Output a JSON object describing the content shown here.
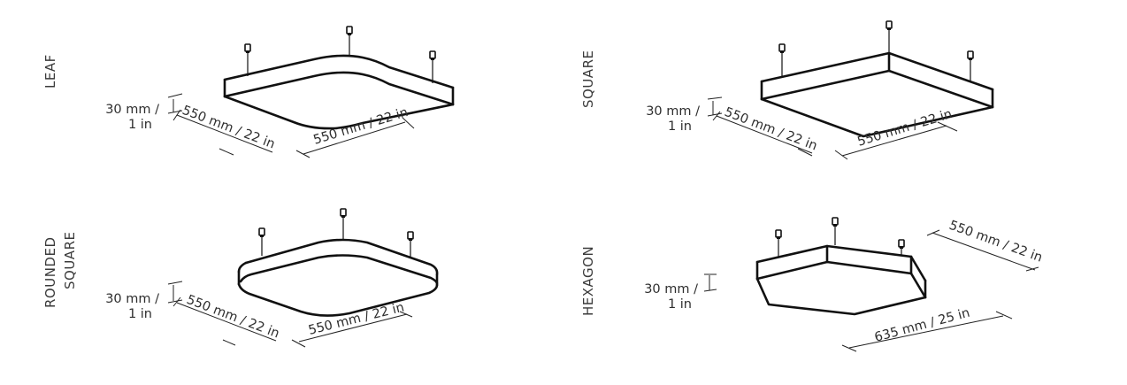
{
  "title": "Suspended light fixture shape dimensions",
  "colors": {
    "line": "#111111",
    "text": "#2e2e2e",
    "background": "#ffffff"
  },
  "fixtures": [
    {
      "id": "leaf",
      "name_lines": [
        "LEAF"
      ],
      "height_dim": {
        "line1": "30 mm /",
        "line2": "1 in"
      },
      "depth_dim": "550 mm / 22 in",
      "width_dim": "550 mm / 22 in",
      "suspension_points": 3
    },
    {
      "id": "square",
      "name_lines": [
        "SQUARE"
      ],
      "height_dim": {
        "line1": "30 mm /",
        "line2": "1 in"
      },
      "depth_dim": "550 mm / 22 in",
      "width_dim": "550 mm / 22 in",
      "suspension_points": 3
    },
    {
      "id": "rounded-square",
      "name_lines": [
        "ROUNDED",
        "SQUARE"
      ],
      "height_dim": {
        "line1": "30 mm /",
        "line2": "1 in"
      },
      "depth_dim": "550 mm / 22 in",
      "width_dim": "550 mm / 22 in",
      "suspension_points": 3
    },
    {
      "id": "hexagon",
      "name_lines": [
        "HEXAGON"
      ],
      "height_dim": {
        "line1": "30 mm /",
        "line2": "1 in"
      },
      "depth_dim": "550 mm / 22 in",
      "width_dim": "635 mm / 25 in",
      "suspension_points": 3
    }
  ]
}
